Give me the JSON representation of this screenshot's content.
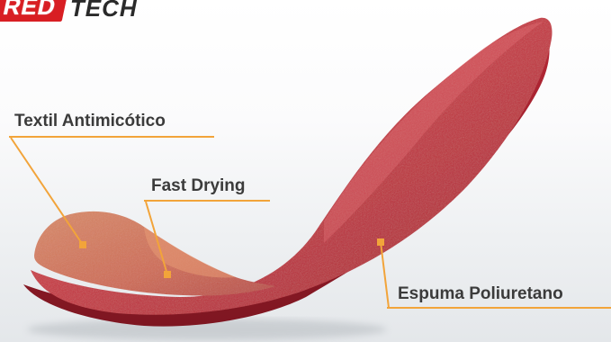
{
  "brand": {
    "badge_text": "RED",
    "tech_text": "TECH",
    "badge_color": "#d81e23"
  },
  "labels": {
    "textil": "Textil Antimicótico",
    "fast": "Fast Drying",
    "espuma": "Espuma Poliuretano"
  },
  "colors": {
    "leader_line": "#f2a43a",
    "insole_red": "#c9303a",
    "insole_top": "#d4705a"
  }
}
